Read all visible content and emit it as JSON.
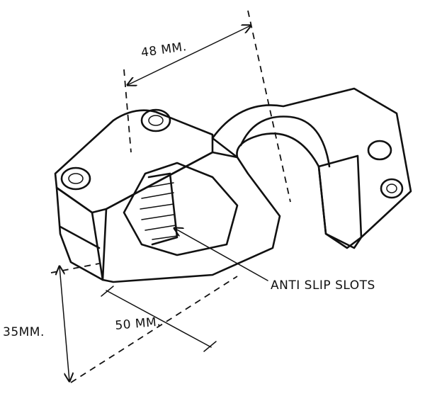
{
  "drawing": {
    "dimensions": {
      "width_label": "48 MM.",
      "length_label": "50 MM.",
      "height_label": "35MM."
    },
    "callout": "ANTI SLIP SLOTS",
    "colors": {
      "ink": "#111111",
      "paper": "#ffffff"
    }
  }
}
